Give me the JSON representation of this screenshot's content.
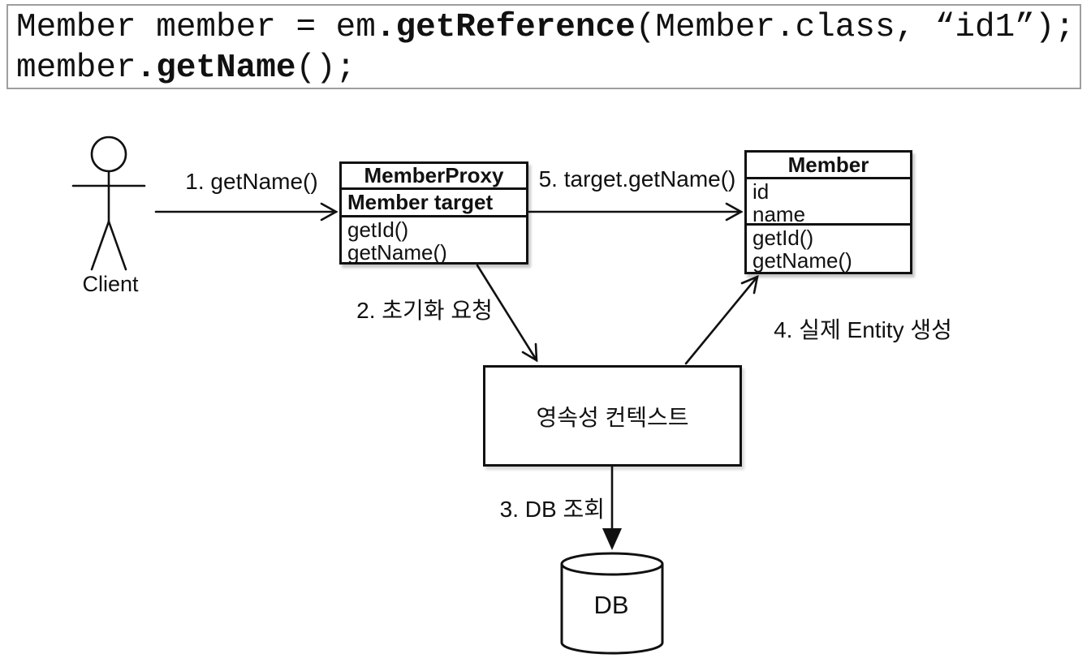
{
  "code": {
    "line1": {
      "pre": "Member member = em",
      "bold": ".getReference",
      "post": "(Member.class, “id1”);"
    },
    "line2": {
      "pre": "member",
      "bold": ".getName",
      "post": "();"
    }
  },
  "actor": {
    "label": "Client"
  },
  "arrows": {
    "step1": "1. getName()",
    "step2": "2. 초기화 요청",
    "step3": "3. DB 조회",
    "step4": "4. 실제 Entity 생성",
    "step5": "5. target.getName()"
  },
  "classes": {
    "proxy": {
      "title": "MemberProxy",
      "field": "Member target",
      "methods": [
        "getId()",
        "getName()"
      ]
    },
    "member": {
      "title": "Member",
      "fields": [
        "id",
        "name"
      ],
      "methods": [
        "getId()",
        "getName()"
      ]
    }
  },
  "context_box": {
    "label": "영속성 컨텍스트"
  },
  "db": {
    "label": "DB"
  },
  "colors": {
    "background": "#ffffff",
    "line": "#111111",
    "code_border": "#9e9e9e"
  }
}
